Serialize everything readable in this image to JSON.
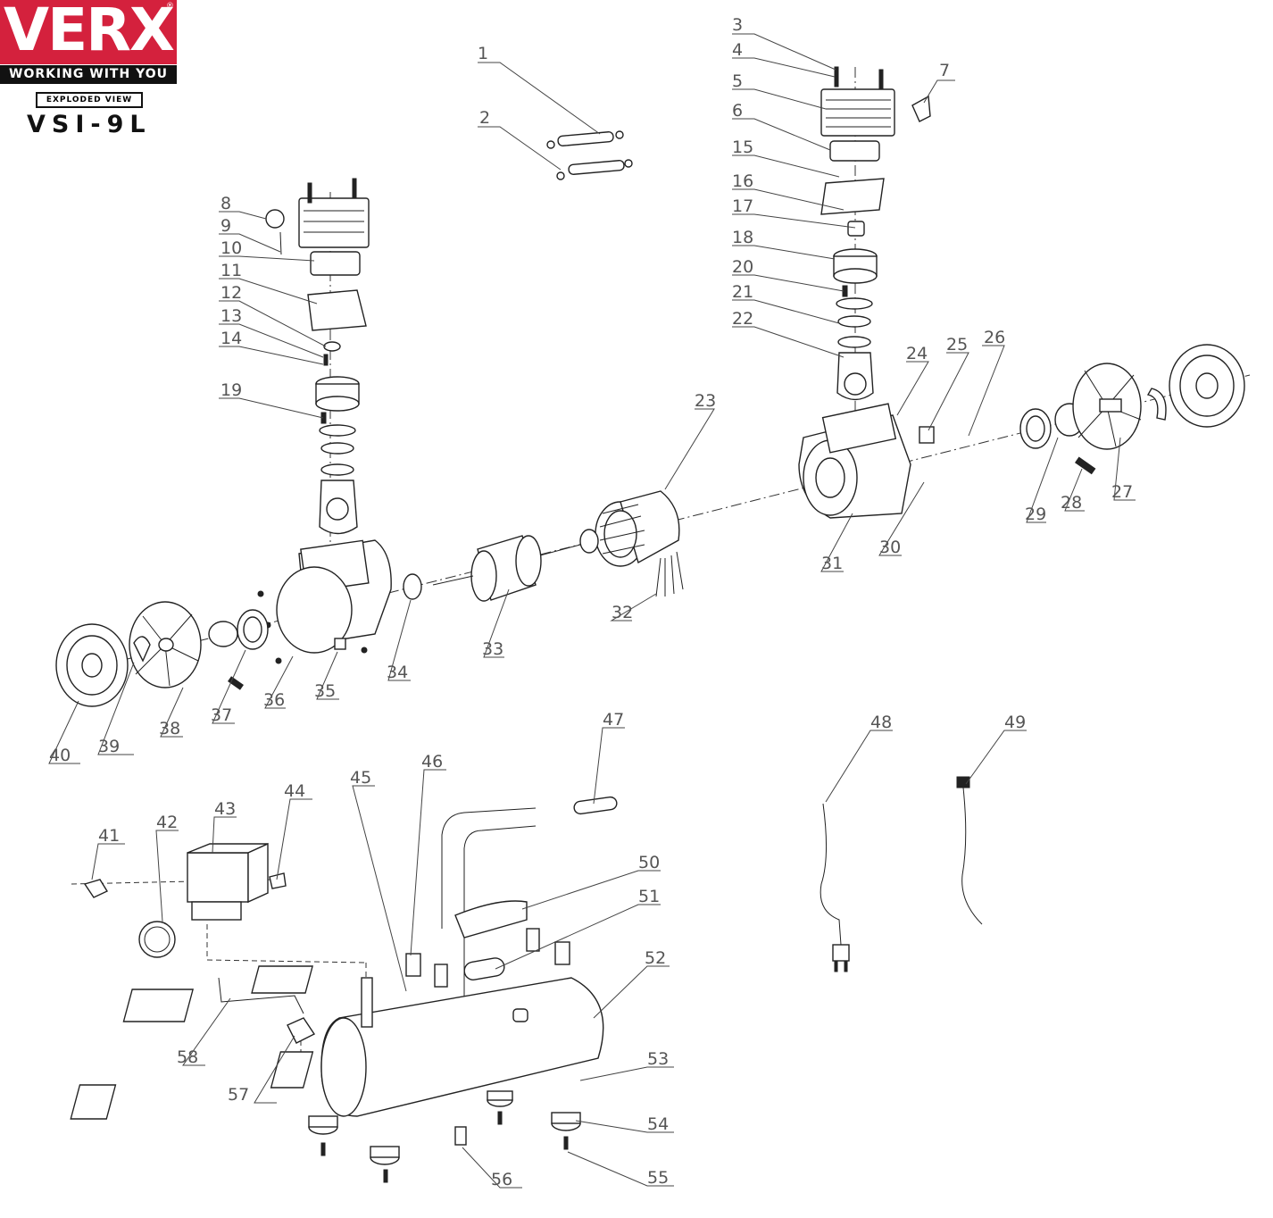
{
  "brand": {
    "logo": "VERX",
    "registered_mark": "®",
    "tagline": "WORKING WITH YOU",
    "badge": "EXPLODED VIEW",
    "model": "VSI-9L"
  },
  "callouts": [
    "1",
    "2",
    "3",
    "4",
    "5",
    "6",
    "7",
    "8",
    "9",
    "10",
    "11",
    "12",
    "13",
    "14",
    "15",
    "16",
    "17",
    "18",
    "19",
    "20",
    "21",
    "22",
    "23",
    "24",
    "25",
    "26",
    "27",
    "28",
    "29",
    "30",
    "31",
    "32",
    "33",
    "34",
    "35",
    "36",
    "37",
    "38",
    "39",
    "40",
    "41",
    "42",
    "43",
    "44",
    "45",
    "46",
    "47",
    "48",
    "49",
    "50",
    "51",
    "52",
    "53",
    "54",
    "55",
    "56",
    "57",
    "58"
  ],
  "colors": {
    "brand_red": "#d4213d",
    "tagline_bg": "#111111",
    "line": "#222222",
    "label": "#555555"
  }
}
